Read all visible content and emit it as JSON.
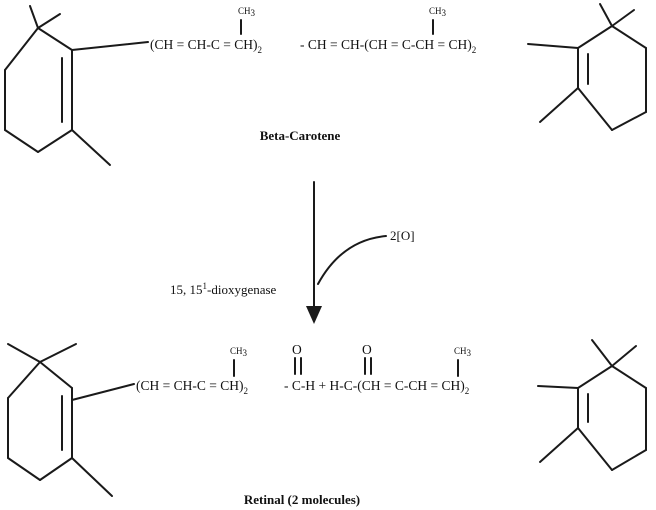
{
  "colors": {
    "ink": "#1a1a1a",
    "background": "#ffffff"
  },
  "beta_carotene": {
    "methyl_1": "CH",
    "methyl_1_sub": "3",
    "methyl_2": "CH",
    "methyl_2_sub": "3",
    "chain_a": "(CH = CH-C = CH)",
    "chain_a_sub": "2",
    "chain_b": "- CH = CH-(CH = C-CH = CH)",
    "chain_b_sub": "2",
    "label": "Beta-Carotene"
  },
  "reaction": {
    "reagent": "2[O]",
    "enzyme_a": "15, 15",
    "enzyme_sup": "1",
    "enzyme_b": "-dioxygenase"
  },
  "retinal": {
    "methyl_1": "CH",
    "methyl_1_sub": "3",
    "methyl_2": "CH",
    "methyl_2_sub": "3",
    "oxygen_1": "O",
    "oxygen_2": "O",
    "chain_a": "(CH = CH-C = CH)",
    "chain_a_sub": "2",
    "chain_b": "- C-H + H-C-(CH = C-CH = CH)",
    "chain_b_sub": "2",
    "label": "Retinal (2 molecules)"
  }
}
